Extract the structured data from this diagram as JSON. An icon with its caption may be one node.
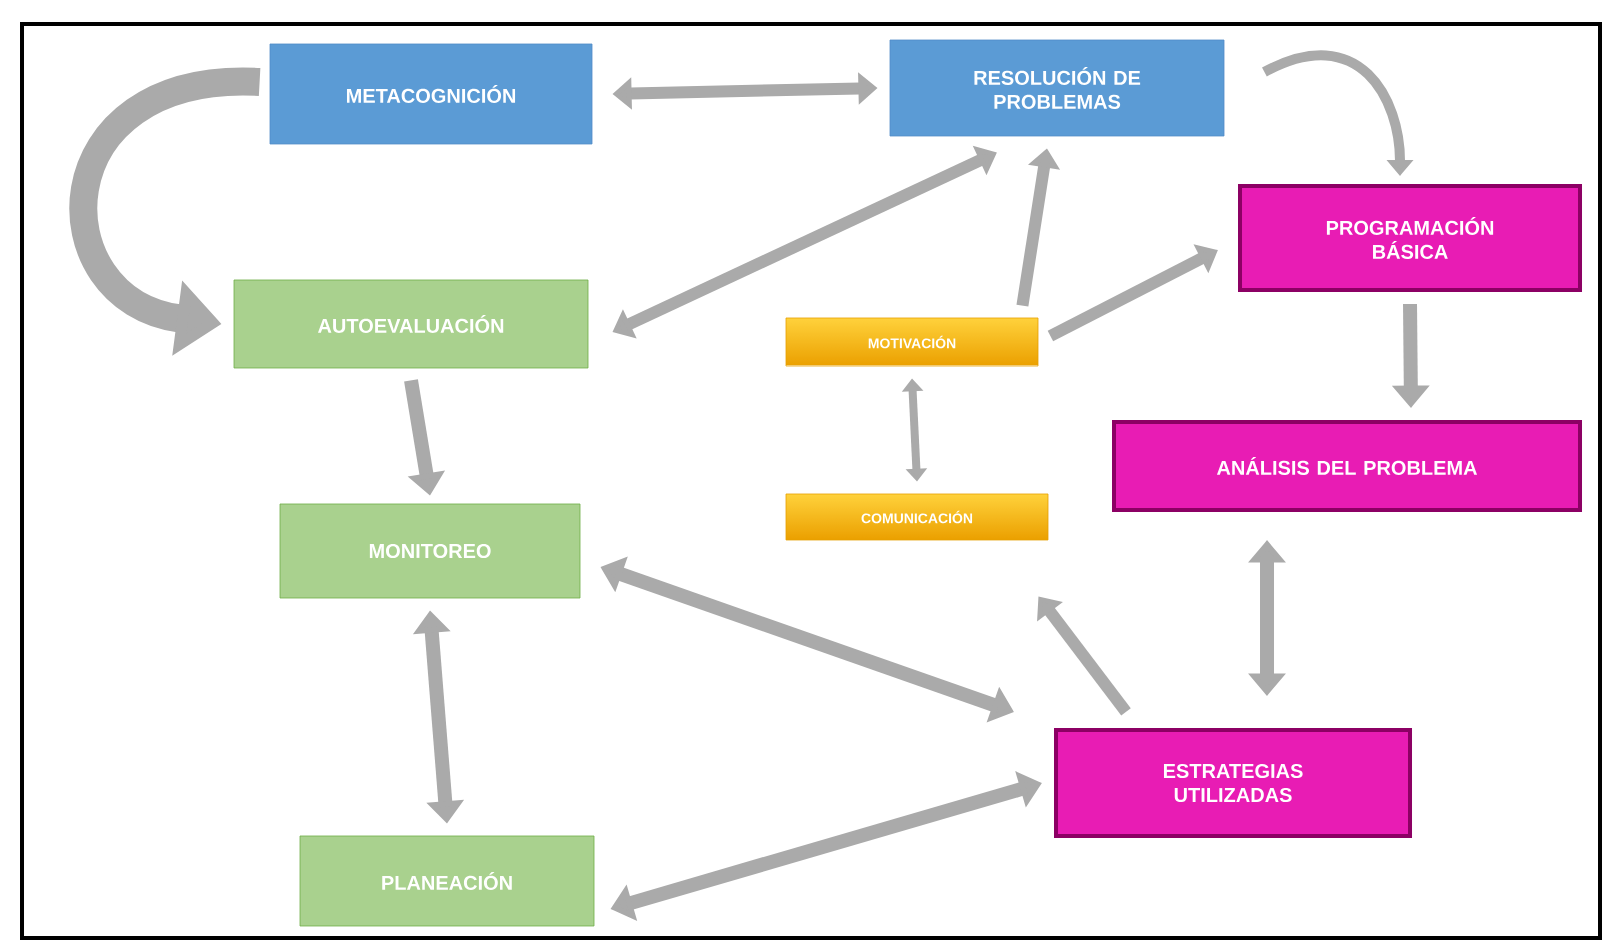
{
  "diagram": {
    "nodes": [
      {
        "text": [
          "METACOGNICIÓN"
        ]
      },
      {
        "text": [
          "RESOLUCIÓN DE PROBLEMAS"
        ]
      },
      {
        "text": [
          "AUTOEVALUACIÓN"
        ]
      },
      {
        "text": [
          "MOTIVACIÓN"
        ]
      },
      {
        "text": [
          "PROGRAMACIÓN BÁSICA"
        ]
      },
      {
        "text": [
          "COMUNICACIÓN"
        ]
      },
      {
        "text": [
          "MONITOREO"
        ]
      },
      {
        "text": [
          "ANÁLISIS DEL PROBLEMA"
        ]
      },
      {
        "text": [
          "ESTRATEGIAS UTILIZADAS"
        ]
      },
      {
        "text": [
          "PLANEACIÓN"
        ]
      }
    ],
    "edges": [
      {
        "from": 0,
        "to": 1,
        "arrow": "both"
      },
      {
        "from": 2,
        "to": 1,
        "arrow": "both"
      },
      {
        "from": 3,
        "to": 1,
        "arrow": "to"
      },
      {
        "from": 3,
        "to": 4,
        "arrow": "to"
      },
      {
        "from": 0,
        "to": 2,
        "arrow": "to",
        "style": "thick"
      },
      {
        "from": 1,
        "to": 4,
        "arrow": "to"
      },
      {
        "from": 4,
        "to": 7,
        "arrow": "to"
      },
      {
        "from": 2,
        "to": 6,
        "arrow": "to"
      },
      {
        "from": 3,
        "to": 5,
        "arrow": "both"
      },
      {
        "from": 6,
        "to": 9,
        "arrow": "both"
      },
      {
        "from": 6,
        "to": 8,
        "arrow": "both"
      },
      {
        "from": 8,
        "to": 5,
        "arrow": "to"
      },
      {
        "from": 7,
        "to": 8,
        "arrow": "both"
      },
      {
        "from": 9,
        "to": 8,
        "arrow": "both"
      }
    ]
  }
}
